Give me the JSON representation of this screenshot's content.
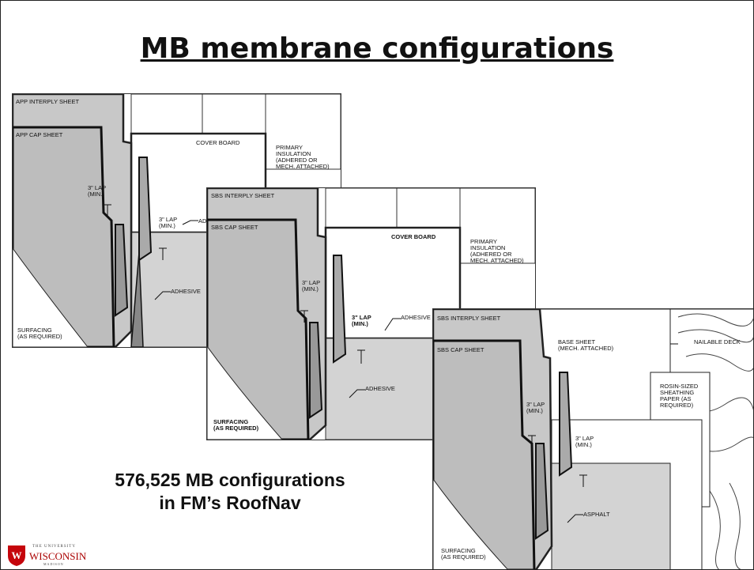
{
  "slide": {
    "title": "MB membrane configurations",
    "caption_line1": "576,525 MB configurations",
    "caption_line2": "in FM’s RoofNav"
  },
  "logo": {
    "line1": "THE UNIVERSITY",
    "line2": "WISCONSIN",
    "line3": "MADISON"
  },
  "panels": [
    {
      "labels": {
        "interply": "APP INTERPLY SHEET",
        "cap": "APP CAP SHEET",
        "cover": "COVER BOARD",
        "insulation": "PRIMARY\nINSULATION\n(ADHERED OR\nMECH. ATTACHED)",
        "lap1": "3\" LAP\n(MIN.)",
        "lap2": "3\" LAP\n(MIN.)",
        "adhesive_partial": "ADI",
        "adhesive": "ADHESIVE",
        "surfacing": "SURFACING\n(AS REQUIRED)"
      }
    },
    {
      "labels": {
        "interply": "SBS INTERPLY SHEET",
        "cap": "SBS CAP SHEET",
        "cover": "COVER BOARD",
        "insulation": "PRIMARY\nINSULATION\n(ADHERED OR\nMECH. ATTACHED)",
        "lap1": "3\" LAP\n(MIN.)",
        "lap2": "3\" LAP\n(MIN.)",
        "adhesive_top": "ADHESIVE",
        "adhesive": "ADHESIVE",
        "surfacing": "SURFACING\n(AS REQUIRED)"
      }
    },
    {
      "labels": {
        "interply": "SBS INTERPLY SHEET",
        "cap": "SBS CAP SHEET",
        "base": "BASE SHEET\n(MECH. ATTACHED)",
        "deck": "NAILABLE DECK",
        "rosin": "ROSIN-SIZED\nSHEATHING\nPAPER (AS\nREQUIRED)",
        "lap1": "3\" LAP\n(MIN.)",
        "lap2": "3\" LAP\n(MIN.)",
        "asphalt": "ASPHALT",
        "surfacing": "SURFACING\n(AS REQUIRED)"
      }
    }
  ]
}
